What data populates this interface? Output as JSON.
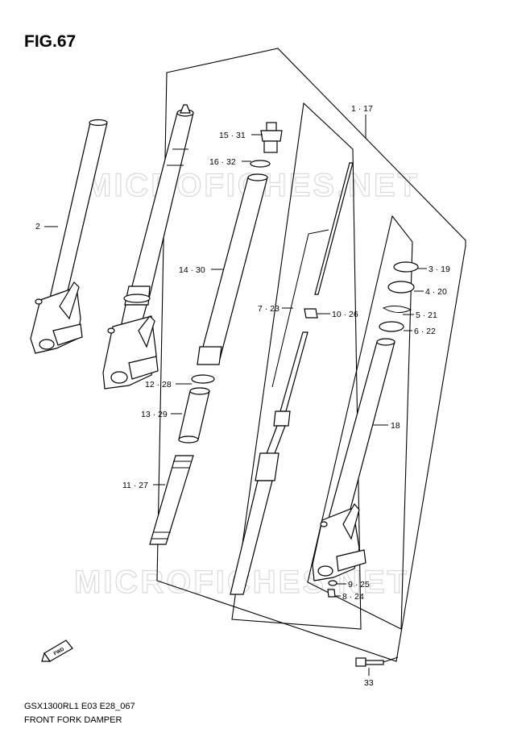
{
  "figure": {
    "title": "FIG.67",
    "model_code": "GSX1300RL1 E03 E28_067",
    "caption": "FRONT FORK DAMPER"
  },
  "watermark": "MICROFICHES.NET",
  "direction_marker": "FWD",
  "callouts": [
    {
      "id": "1",
      "text": "1 · 17"
    },
    {
      "id": "2",
      "text": "2"
    },
    {
      "id": "3",
      "text": "3 · 19"
    },
    {
      "id": "4",
      "text": "4 · 20"
    },
    {
      "id": "5",
      "text": "5 · 21"
    },
    {
      "id": "6",
      "text": "6 · 22"
    },
    {
      "id": "7",
      "text": "7 · 23"
    },
    {
      "id": "8",
      "text": "8 · 24"
    },
    {
      "id": "9",
      "text": "9 · 25"
    },
    {
      "id": "10",
      "text": "10 · 26"
    },
    {
      "id": "11",
      "text": "11 · 27"
    },
    {
      "id": "12",
      "text": "12 · 28"
    },
    {
      "id": "13",
      "text": "13 · 29"
    },
    {
      "id": "14",
      "text": "14 · 30"
    },
    {
      "id": "15",
      "text": "15 · 31"
    },
    {
      "id": "16",
      "text": "16 · 32"
    },
    {
      "id": "18",
      "text": "18"
    },
    {
      "id": "33",
      "text": "33"
    }
  ]
}
